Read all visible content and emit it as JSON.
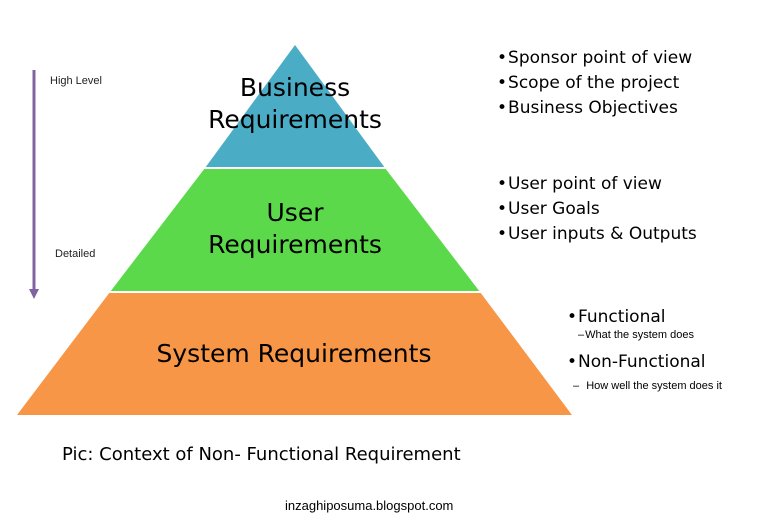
{
  "colors": {
    "business": "#4BACC6",
    "user": "#5BD94A",
    "system": "#F79646",
    "arrow": "#8064A2",
    "separator": "#ffffff"
  },
  "axis": {
    "top_label": "High Level",
    "mid_label": "Detailed",
    "direction": "down"
  },
  "levels": [
    {
      "id": "business",
      "title_lines": [
        "Business",
        "Requirements"
      ],
      "bullets": [
        {
          "marker": "•",
          "text": "Sponsor point of view"
        },
        {
          "marker": "•",
          "text": "Scope of the project"
        },
        {
          "marker": "•",
          "text": "Business Objectives"
        }
      ]
    },
    {
      "id": "user",
      "title_lines": [
        "User",
        "Requirements"
      ],
      "bullets": [
        {
          "marker": "•",
          "text": "User point of view"
        },
        {
          "marker": "•",
          "text": "User Goals"
        },
        {
          "marker": "•",
          "text": "User inputs & Outputs"
        }
      ]
    },
    {
      "id": "system",
      "title_lines": [
        "System Requirements"
      ],
      "bullets": [
        {
          "marker": "•",
          "text": "Functional"
        },
        {
          "marker": "–",
          "text": "What the system does",
          "sub": true
        },
        {
          "marker": "•",
          "text": "Non-Functional"
        },
        {
          "marker": "–",
          "text": "  How well the system does it",
          "sub": true
        }
      ]
    }
  ],
  "caption": "Pic: Context of Non- Functional Requirement",
  "credit": "inzaghiposuma.blogspot.com"
}
